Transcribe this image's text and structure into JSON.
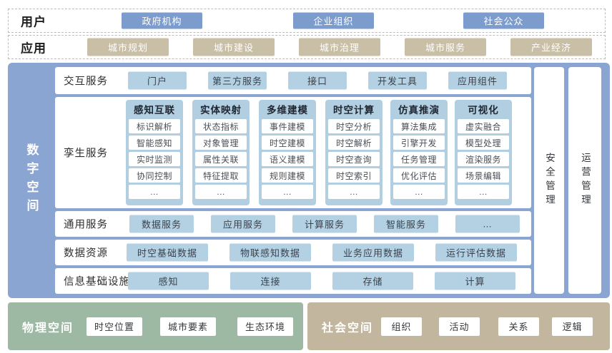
{
  "users": {
    "label": "用户",
    "items": [
      "政府机构",
      "企业组织",
      "社会公众"
    ]
  },
  "apps": {
    "label": "应用",
    "items": [
      "城市规划",
      "城市建设",
      "城市治理",
      "城市服务",
      "产业经济"
    ]
  },
  "digital_space": {
    "label": "数字空间",
    "interaction": {
      "label": "交互服务",
      "items": [
        "门户",
        "第三方服务",
        "接口",
        "开发工具",
        "应用组件"
      ]
    },
    "twin": {
      "label": "孪生服务",
      "columns": [
        {
          "title": "感知互联",
          "items": [
            "标识解析",
            "智能感知",
            "实时监测",
            "协同控制",
            "…"
          ]
        },
        {
          "title": "实体映射",
          "items": [
            "状态指标",
            "对象管理",
            "属性关联",
            "特征提取",
            "…"
          ]
        },
        {
          "title": "多维建模",
          "items": [
            "事件建模",
            "时空建模",
            "语义建模",
            "规则建模",
            "…"
          ]
        },
        {
          "title": "时空计算",
          "items": [
            "时空分析",
            "时空解析",
            "时空查询",
            "时空索引",
            "…"
          ]
        },
        {
          "title": "仿真推演",
          "items": [
            "算法集成",
            "引擎开发",
            "任务管理",
            "优化评估",
            "…"
          ]
        },
        {
          "title": "可视化",
          "items": [
            "虚实融合",
            "模型处理",
            "渲染服务",
            "场景编辑",
            "…"
          ]
        }
      ]
    },
    "general": {
      "label": "通用服务",
      "items": [
        "数据服务",
        "应用服务",
        "计算服务",
        "智能服务",
        "…"
      ]
    },
    "data_resources": {
      "label": "数据资源",
      "items": [
        "时空基础数据",
        "物联感知数据",
        "业务应用数据",
        "运行评估数据"
      ]
    },
    "infrastructure": {
      "label": "信息基础设施",
      "items": [
        "感知",
        "连接",
        "存储",
        "计算"
      ]
    },
    "management": {
      "security": "安全管理",
      "operation": "运营管理"
    }
  },
  "physical_space": {
    "label": "物理空间",
    "items": [
      "时空位置",
      "城市要素",
      "生态环境"
    ]
  },
  "social_space": {
    "label": "社会空间",
    "items": [
      "组织",
      "活动",
      "关系",
      "逻辑"
    ]
  },
  "colors": {
    "accent_blue": "#7d9cce",
    "accent_tan": "#c9bea6",
    "container_blue": "#8ba5d3",
    "service_blue": "#b4d1e3",
    "twin_column_blue": "#b2cfe1",
    "physical_green": "#9db9a4",
    "social_tan": "#c3b69e"
  }
}
